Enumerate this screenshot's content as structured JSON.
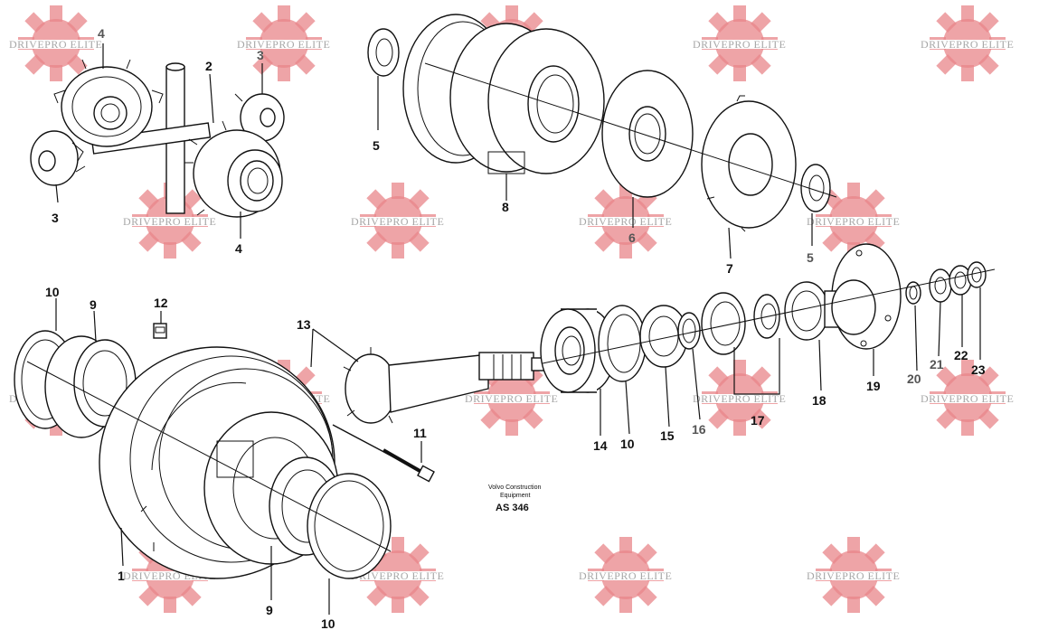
{
  "watermark": {
    "text": "DRIVEPRO ELITE",
    "color": "#e8868a"
  },
  "caption": {
    "company_line1": "Volvo Construction",
    "company_line2": "Equipment",
    "code": "AS 346"
  },
  "callouts": [
    {
      "id": "c4a",
      "text": "4"
    },
    {
      "id": "c2",
      "text": "2"
    },
    {
      "id": "c3a",
      "text": "3"
    },
    {
      "id": "c3b",
      "text": "3"
    },
    {
      "id": "c4b",
      "text": "4"
    },
    {
      "id": "c5a",
      "text": "5"
    },
    {
      "id": "c8",
      "text": "8"
    },
    {
      "id": "c6",
      "text": "6"
    },
    {
      "id": "c7",
      "text": "7"
    },
    {
      "id": "c5b",
      "text": "5"
    },
    {
      "id": "c10a",
      "text": "10"
    },
    {
      "id": "c9a",
      "text": "9"
    },
    {
      "id": "c12",
      "text": "12"
    },
    {
      "id": "c13",
      "text": "13"
    },
    {
      "id": "c11",
      "text": "11"
    },
    {
      "id": "c1",
      "text": "1"
    },
    {
      "id": "c9b",
      "text": "9"
    },
    {
      "id": "c10b",
      "text": "10"
    },
    {
      "id": "c14",
      "text": "14"
    },
    {
      "id": "c10c",
      "text": "10"
    },
    {
      "id": "c15",
      "text": "15"
    },
    {
      "id": "c16",
      "text": "16"
    },
    {
      "id": "c17",
      "text": "17"
    },
    {
      "id": "c18",
      "text": "18"
    },
    {
      "id": "c19",
      "text": "19"
    },
    {
      "id": "c20",
      "text": "20"
    },
    {
      "id": "c21",
      "text": "21"
    },
    {
      "id": "c22",
      "text": "22"
    },
    {
      "id": "c23",
      "text": "23"
    }
  ]
}
